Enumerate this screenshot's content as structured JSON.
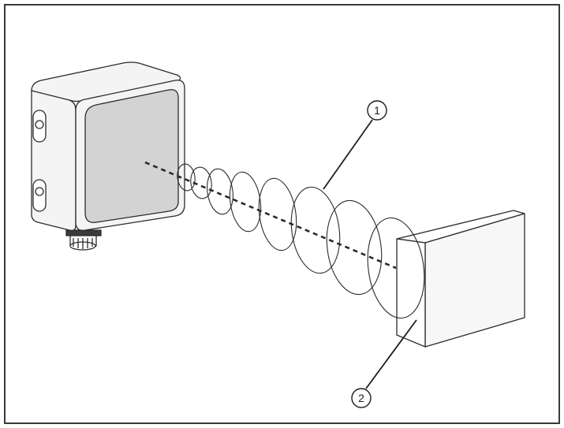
{
  "callouts": [
    {
      "id": "1",
      "label": "1"
    },
    {
      "id": "2",
      "label": "2"
    }
  ],
  "colors": {
    "sensor_housing": "#f4f4f4",
    "sensor_face": "#d3d3d3",
    "reflector_front": "#ffffff",
    "reflector_side": "#f7f7f7",
    "line": "#2b2b2b"
  }
}
